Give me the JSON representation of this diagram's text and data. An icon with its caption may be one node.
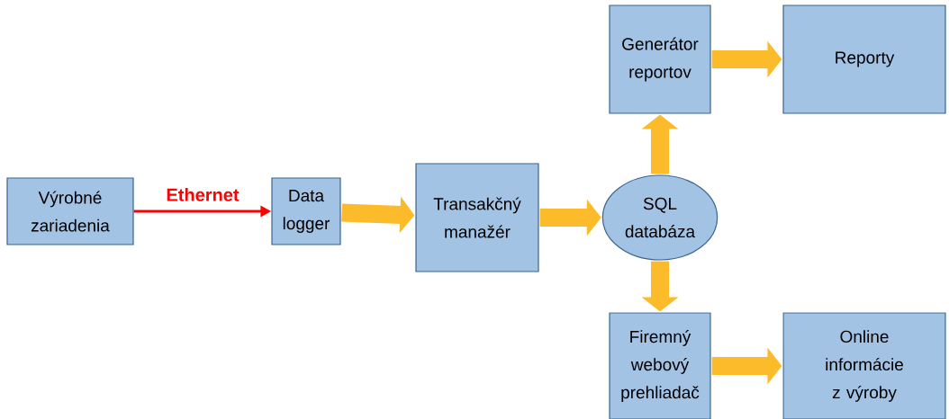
{
  "diagram": {
    "nodes": [
      {
        "text": [
          "Výrobné zariadenia"
        ]
      },
      {
        "text": [
          "Data logger"
        ]
      },
      {
        "text": [
          "Transakčný manažér"
        ]
      },
      {
        "text": [
          "SQL databáza"
        ]
      },
      {
        "text": [
          "Generátor reportov"
        ]
      },
      {
        "text": [
          "Reporty"
        ]
      },
      {
        "text": [
          "Firemný webový prehliadač"
        ]
      },
      {
        "text": [
          "Online informácie z výroby"
        ]
      }
    ],
    "edges": [
      {
        "from": 0,
        "to": 1,
        "arrow": "to",
        "label": "Ethernet",
        "color": "#ff0000"
      },
      {
        "from": 1,
        "to": 2,
        "arrow": "to"
      },
      {
        "from": 2,
        "to": 3,
        "arrow": "to"
      },
      {
        "from": 3,
        "to": 4,
        "arrow": "to"
      },
      {
        "from": 4,
        "to": 5,
        "arrow": "to"
      },
      {
        "from": 3,
        "to": 6,
        "arrow": "to"
      },
      {
        "from": 6,
        "to": 7,
        "arrow": "to"
      }
    ]
  }
}
